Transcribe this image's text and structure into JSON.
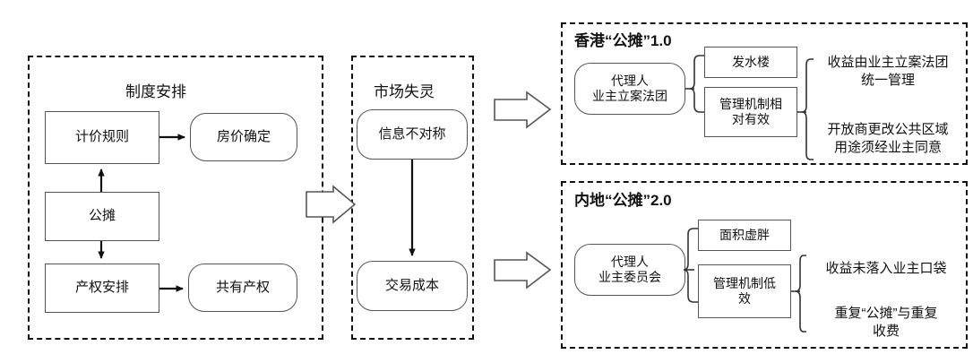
{
  "diagram": {
    "panels": {
      "institution": {
        "title": "制度安排",
        "nodes": {
          "pricing_rule": "计价规则",
          "house_price": "房价确定",
          "shared_area": "公摊",
          "property_right_arrangement": "产权安排",
          "shared_ownership": "共有产权"
        }
      },
      "market_failure": {
        "title": "市场失灵",
        "nodes": {
          "information_asymmetry": "信息不对称",
          "transaction_cost": "交易成本"
        }
      },
      "hongkong": {
        "title": "香港“公摊”1.0",
        "nodes": {
          "agent": "代理人\n业主立案法团",
          "outcome_top": "发水楼",
          "outcome_bottom": "管理机制相\n对有效"
        },
        "notes": {
          "note_top": "收益由业主立案法团\n统一管理",
          "note_bottom": "开放商更改公共区域\n用途须经业主同意"
        }
      },
      "mainland": {
        "title": "内地“公摊”2.0",
        "nodes": {
          "agent": "代理人\n业主委员会",
          "outcome_top": "面积虚胖",
          "outcome_bottom": "管理机制低\n效"
        },
        "notes": {
          "note_top": "收益未落入业主口袋",
          "note_bottom": "重复“公摊”与重复\n收费"
        }
      }
    },
    "colors": {
      "panel_border": "#111111",
      "node_border": "#555555",
      "connector": "#333333",
      "text": "#111111",
      "background": "#ffffff"
    },
    "connectors": {
      "pricing_to_price": "arrow-right",
      "shared_to_pricing": "arrow-up",
      "shared_to_property": "arrow-down",
      "property_to_ownership": "arrow-right",
      "asymmetry_to_cost": "arrow-down",
      "institution_to_market": "block-arrow-right",
      "market_to_hongkong": "block-arrow-right",
      "market_to_mainland": "block-arrow-right"
    }
  }
}
